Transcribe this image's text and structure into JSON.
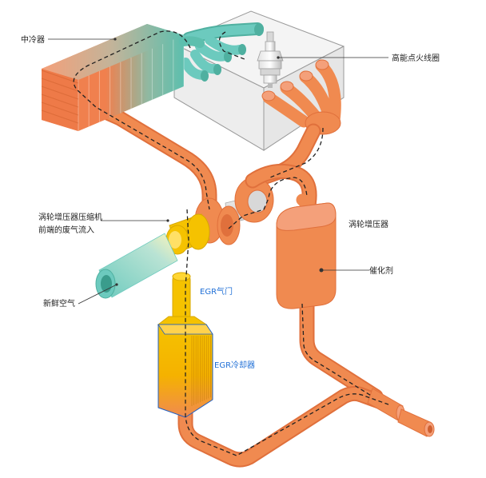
{
  "labels": {
    "intercooler": "中冷器",
    "ignition_coil": "高能点火线圈",
    "compressor_inlet_line1": "涡轮增压器压缩机",
    "compressor_inlet_line2": "前端的废气流入",
    "turbocharger": "涡轮增压器",
    "catalyst": "催化剂",
    "fresh_air": "新鲜空气",
    "egr_valve": "EGR气门",
    "egr_cooler": "EGR冷却器"
  },
  "colors": {
    "exhaust_pipe": "#F08A50",
    "intercooler_orange": "#F0804E",
    "intercooler_teal": "#5DBFAE",
    "intake_teal": "#6CCABE",
    "compressor_yellow": "#F5C200",
    "egr_label_blue": "#1F6FD6",
    "engine_block": "#F2F2F2"
  }
}
